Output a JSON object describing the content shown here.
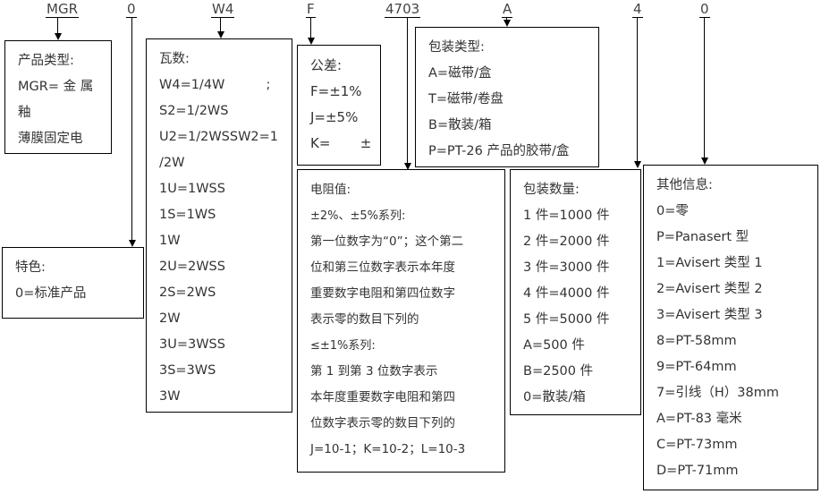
{
  "codes": [
    "MGR",
    "0",
    "W4",
    "F",
    "4703",
    "A",
    "4",
    "0"
  ],
  "product_type": {
    "title": "产品类型:",
    "lines": [
      "MGR= 金 属",
      "釉",
      "薄膜固定电"
    ]
  },
  "feature": {
    "title": "特色:",
    "lines": [
      "0=标准产品"
    ]
  },
  "wattage": {
    "title": "瓦数:",
    "lines": [
      "W4=1/4W          ;",
      "S2=1/2WS",
      "U2=1/2WSSW2=1",
      "/2W",
      "1U=1WSS",
      "1S=1WS",
      "1W",
      "2U=2WSS",
      "2S=2WS",
      "2W",
      "3U=3WSS",
      "3S=3WS",
      "3W"
    ]
  },
  "tolerance": {
    "title": "公差:",
    "lines": [
      "F=±1%",
      "J=±5%",
      "K=       ±"
    ]
  },
  "resistance": {
    "title": "电阻值:",
    "lines": [
      "±2%、±5%系列:",
      "第一位数字为“0”；这个第二",
      "位和第三位数字表示本年度",
      "重要数字电阻和第四位数字",
      "表示零的数目下列的",
      "≤±1%系列:",
      "第 1 到第 3 位数字表示",
      "本年度重要数字电阻和第四",
      "位数字表示零的数目下列的",
      "J=10-1；K=10-2；L=10-3"
    ]
  },
  "packaging_type": {
    "title": "包装类型:",
    "lines": [
      "A=磁带/盒",
      "T=磁带/卷盘",
      "B=散装/箱",
      "P=PT-26 产品的胶带/盒"
    ]
  },
  "packaging_qty": {
    "title": "包装数量:",
    "lines": [
      "1 件=1000 件",
      "2 件=2000 件",
      "3 件=3000 件",
      "4 件=4000 件",
      "5 件=5000 件",
      "A=500 件",
      "B=2500 件",
      "0=散装/箱"
    ]
  },
  "other": {
    "title": "其他信息:",
    "lines": [
      "0=零",
      "P=Panasert 型",
      "1=Avisert 类型 1",
      "2=Avisert 类型 2",
      "3=Avisert 类型 3",
      "8=PT-58mm",
      "9=PT-64mm",
      "7=引线（H）38mm",
      "A=PT-83 毫米",
      "C=PT-73mm",
      "D=PT-71mm"
    ]
  }
}
